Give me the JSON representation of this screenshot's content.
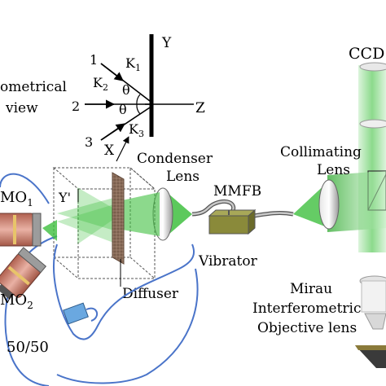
{
  "geometry_view": {
    "title_line1": "ometrical",
    "title_line2": "view",
    "axis_y": "Y",
    "axis_z": "Z",
    "axis_x": "X",
    "axis_y_prime": "Y'",
    "ray1": "1",
    "ray2": "2",
    "ray3": "3",
    "k1": "K",
    "k1_sub": "1",
    "k2": "K",
    "k2_sub": "2",
    "k3": "K",
    "k3_sub": "3",
    "theta_top": "θ",
    "theta_bottom": "θ"
  },
  "components": {
    "ccd": "CCD",
    "condenser_line1": "Condenser",
    "condenser_line2": "Lens",
    "mmfb": "MMFB",
    "collimating_line1": "Collimating",
    "collimating_line2": "Lens",
    "vibrator": "Vibrator",
    "diffuser": "Diffuser",
    "mo1": "MO",
    "mo1_sub": "1",
    "mo2": "MO",
    "mo2_sub": "2",
    "splitter": "50/50",
    "mirau_line1": "Mirau",
    "mirau_line2": "Interferometric",
    "mirau_line3": "Objective lens"
  },
  "colors": {
    "beam_green": "#3fbf3f",
    "fiber_blue": "#4a74c9",
    "vibrator_olive": "#8a8a3a",
    "diffuser_brown": "#8a6d5a",
    "objective_red": "#c8786a",
    "splitter_blue": "#6aa8e0"
  }
}
